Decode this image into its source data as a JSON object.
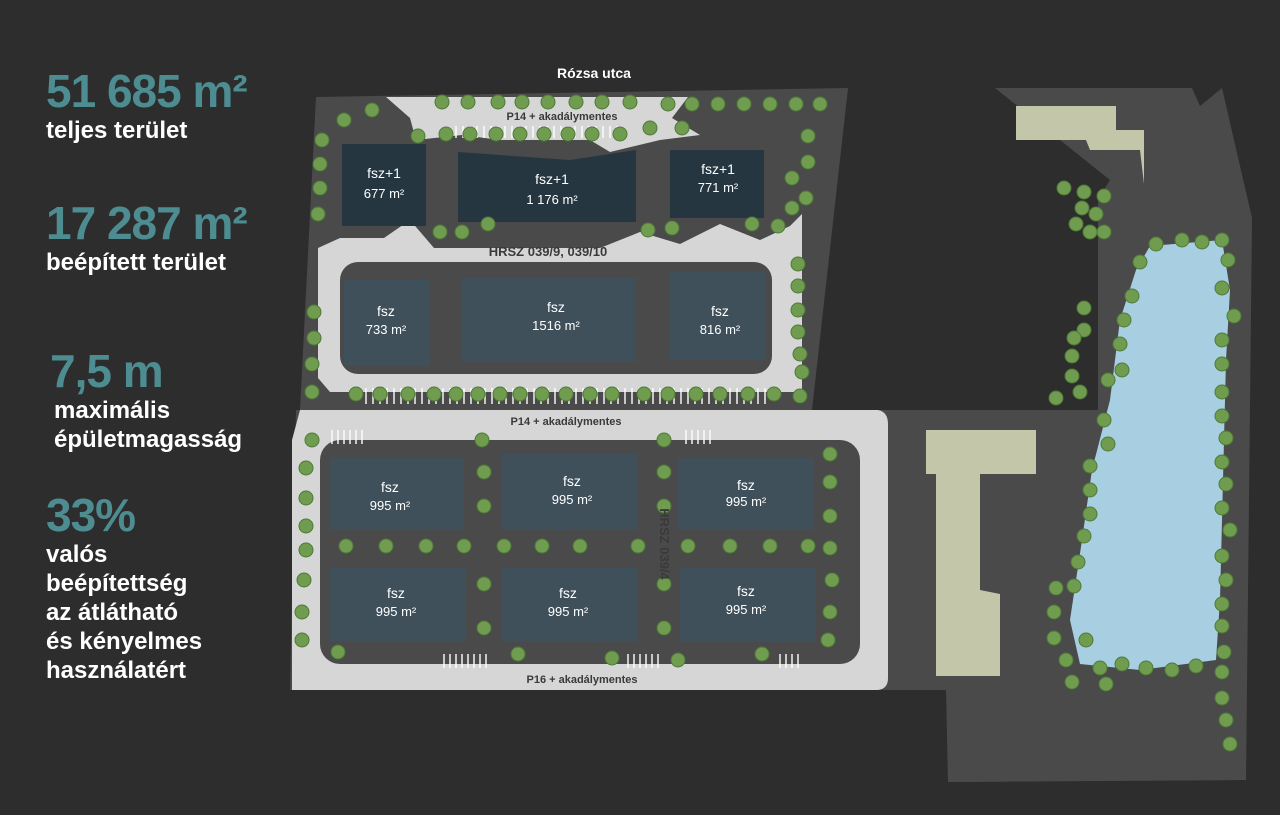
{
  "stats": [
    {
      "value": "51 685 m²",
      "label": [
        "teljes terület"
      ]
    },
    {
      "value": "17 287 m²",
      "label": [
        "beépített terület"
      ]
    },
    {
      "value": "7,5 m",
      "label": [
        "maximális",
        "épületmagasság"
      ]
    },
    {
      "value": "33%",
      "label": [
        "valós",
        "beépítettség",
        "az átlátható",
        "és kényelmes",
        "használatért"
      ]
    }
  ],
  "map": {
    "street": "Rózsa utca",
    "parking_top": "P14 + akadálymentes",
    "parking_middle": "P14 + akadálymentes",
    "parking_bottom": "P16 + akadálymentes",
    "parcel_top": "HRSZ 039/9, 039/10",
    "parcel_vertical": "HRSZ 039/4",
    "buildings_row1": [
      {
        "floors": "fsz+1",
        "area": "677 m²"
      },
      {
        "floors": "fsz+1",
        "area": "1 176 m²"
      },
      {
        "floors": "fsz+1",
        "area": "771 m²"
      }
    ],
    "buildings_row2": [
      {
        "floors": "fsz",
        "area": "733 m²"
      },
      {
        "floors": "fsz",
        "area": "1516 m²"
      },
      {
        "floors": "fsz",
        "area": "816 m²"
      }
    ],
    "buildings_row3": [
      {
        "floors": "fsz",
        "area": "995 m²"
      },
      {
        "floors": "fsz",
        "area": "995 m²"
      },
      {
        "floors": "fsz",
        "area": "995 m²"
      }
    ],
    "buildings_row4": [
      {
        "floors": "fsz",
        "area": "995 m²"
      },
      {
        "floors": "fsz",
        "area": "995 m²"
      },
      {
        "floors": "fsz",
        "area": "995 m²"
      }
    ],
    "colors": {
      "background": "#2d2d2d",
      "site": "#4a4a4a",
      "road": "#d6d6d6",
      "building_dark": "#253641",
      "building": "#3f505b",
      "neighbor": "#c4c6aa",
      "lake": "#a8cfe1",
      "tree": "#6f9c4f",
      "accent": "#4d8c91"
    }
  }
}
